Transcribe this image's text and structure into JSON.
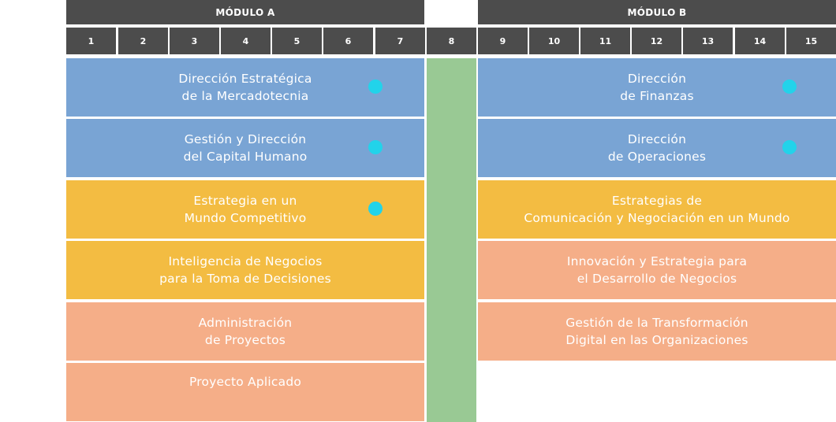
{
  "modules": {
    "a_label": "MÓDULO A",
    "b_label": "MÓDULO B"
  },
  "weeks": [
    "1",
    "2",
    "3",
    "4",
    "5",
    "6",
    "7",
    "8",
    "9",
    "10",
    "11",
    "12",
    "13",
    "14",
    "15"
  ],
  "colors": {
    "header": "#4c4c4c",
    "blue": "#79a4d4",
    "yellow": "#f3bc42",
    "salmon": "#f5ae88",
    "green": "#99c994",
    "dot": "#22d3ea"
  },
  "courses_a": [
    {
      "label": "Dirección Estratégica\nde la Mercadotecnia",
      "color": "blue",
      "dot": true
    },
    {
      "label": "Gestión y Dirección\ndel Capital Humano",
      "color": "blue",
      "dot": true
    },
    {
      "label": "Estrategia en un\nMundo Competitivo",
      "color": "yellow",
      "dot": true
    },
    {
      "label": "Inteligencia de Negocios\npara la Toma de Decisiones",
      "color": "yellow",
      "dot": false
    },
    {
      "label": "Administración\nde Proyectos",
      "color": "salmon",
      "dot": false
    },
    {
      "label": "Proyecto Aplicado",
      "color": "salmon",
      "dot": false
    }
  ],
  "courses_b": [
    {
      "label": "Dirección\nde Finanzas",
      "color": "blue",
      "dot": true
    },
    {
      "label": "Dirección\nde Operaciones",
      "color": "blue",
      "dot": true
    },
    {
      "label": "Estrategias de\nComunicación y Negociación en un Mundo",
      "color": "yellow",
      "dot": false
    },
    {
      "label": "Innovación y Estrategia para\nel Desarrollo de Negocios",
      "color": "salmon",
      "dot": false
    },
    {
      "label": "Gestión de la Transformación\nDigital en las Organizaciones",
      "color": "salmon",
      "dot": false
    }
  ]
}
